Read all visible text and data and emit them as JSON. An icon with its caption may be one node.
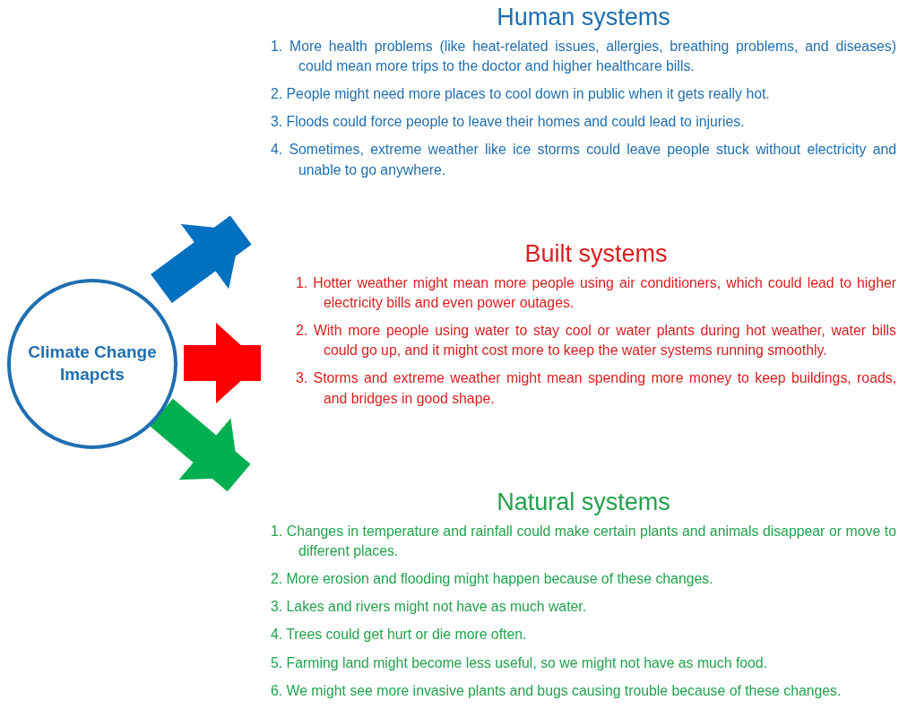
{
  "diagram": {
    "nodes": [
      {
        "text": [
          "Climate Change Imapcts"
        ]
      },
      {
        "text": [
          "Human systems",
          "1. More health problems (like heat-related issues, allergies, breathing problems, and diseases) could mean more trips to the doctor and higher healthcare bills.",
          "2. People might need more places to cool down in public when it gets really hot.",
          "3. Floods could force people to leave their homes and could lead to injuries.",
          "4. Sometimes, extreme weather like ice storms could leave people stuck without electricity and unable to go anywhere."
        ]
      },
      {
        "text": [
          "Built systems",
          "1. Hotter weather might mean more people using air conditioners, which could lead to higher electricity bills and even power outages.",
          "2. With more people using water to stay cool or water plants during hot weather, water bills could go up, and it might cost more to keep the water systems running smoothly.",
          "3. Storms and extreme weather might mean spending more money to keep buildings, roads, and bridges in good shape."
        ]
      },
      {
        "text": [
          "Natural systems",
          "1. Changes in temperature and rainfall could make certain plants and animals disappear or move to different places.",
          "2. More erosion and flooding might happen because of these changes.",
          "3. Lakes and rivers might not have as much water.",
          "4. Trees could get hurt or die more often.",
          "5. Farming land might become less useful, so we might not have as much food.",
          "6. We might see more invasive plants and bugs causing trouble because of these changes."
        ]
      }
    ],
    "edges": [
      {
        "from": 0,
        "to": 1,
        "arrow": "to",
        "color": "#0070c0"
      },
      {
        "from": 0,
        "to": 2,
        "arrow": "to",
        "color": "#ff0000"
      },
      {
        "from": 0,
        "to": 3,
        "arrow": "to",
        "color": "#00b050"
      }
    ]
  }
}
